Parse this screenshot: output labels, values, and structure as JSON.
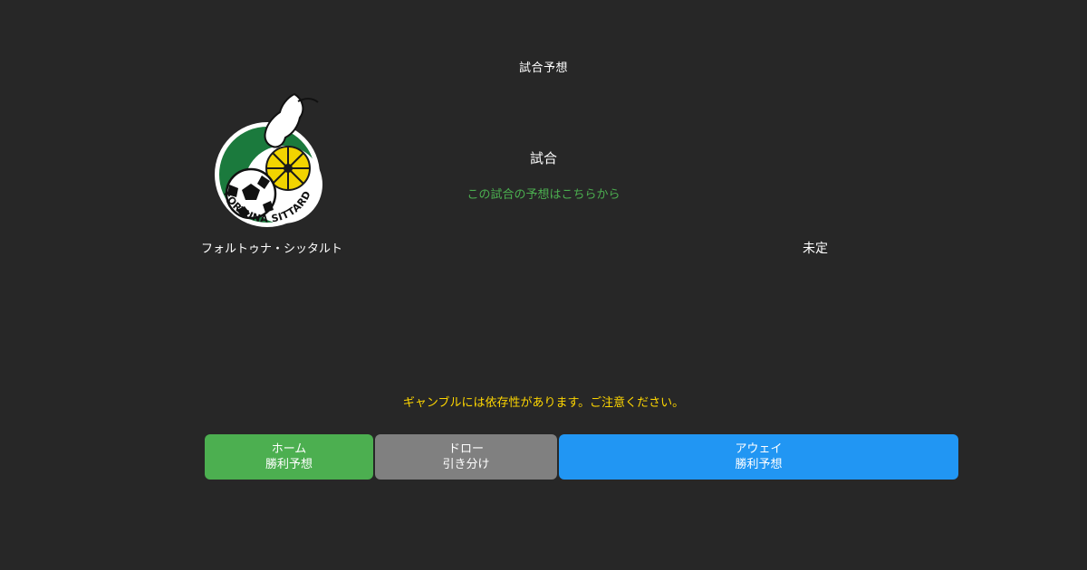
{
  "page": {
    "background_color": "#272727"
  },
  "header": {
    "title": "試合予想"
  },
  "logo": {
    "ring_text": "FORTUNA SITTARD",
    "colors": {
      "green": "#1b7a3d",
      "yellow": "#f2d400"
    }
  },
  "match": {
    "home_team_name": "フォルトゥナ・シッタルト",
    "away_team_name": "未定",
    "center_label": "試合",
    "link_text": "この試合の予想はこちらから",
    "link_color": "#4caf50"
  },
  "disclaimer": {
    "text": "ギャンブルには依存性があります。ご注意ください。",
    "color": "#ffd700"
  },
  "buttons": [
    {
      "name": "home-win",
      "line1": "ホーム",
      "line2": "勝利予想",
      "color": "#4caf50"
    },
    {
      "name": "draw",
      "line1": "ドロー",
      "line2": "引き分け",
      "color": "#808080"
    },
    {
      "name": "away-win",
      "line1": "アウェイ",
      "line2": "勝利予想",
      "color": "#2196f3"
    }
  ]
}
